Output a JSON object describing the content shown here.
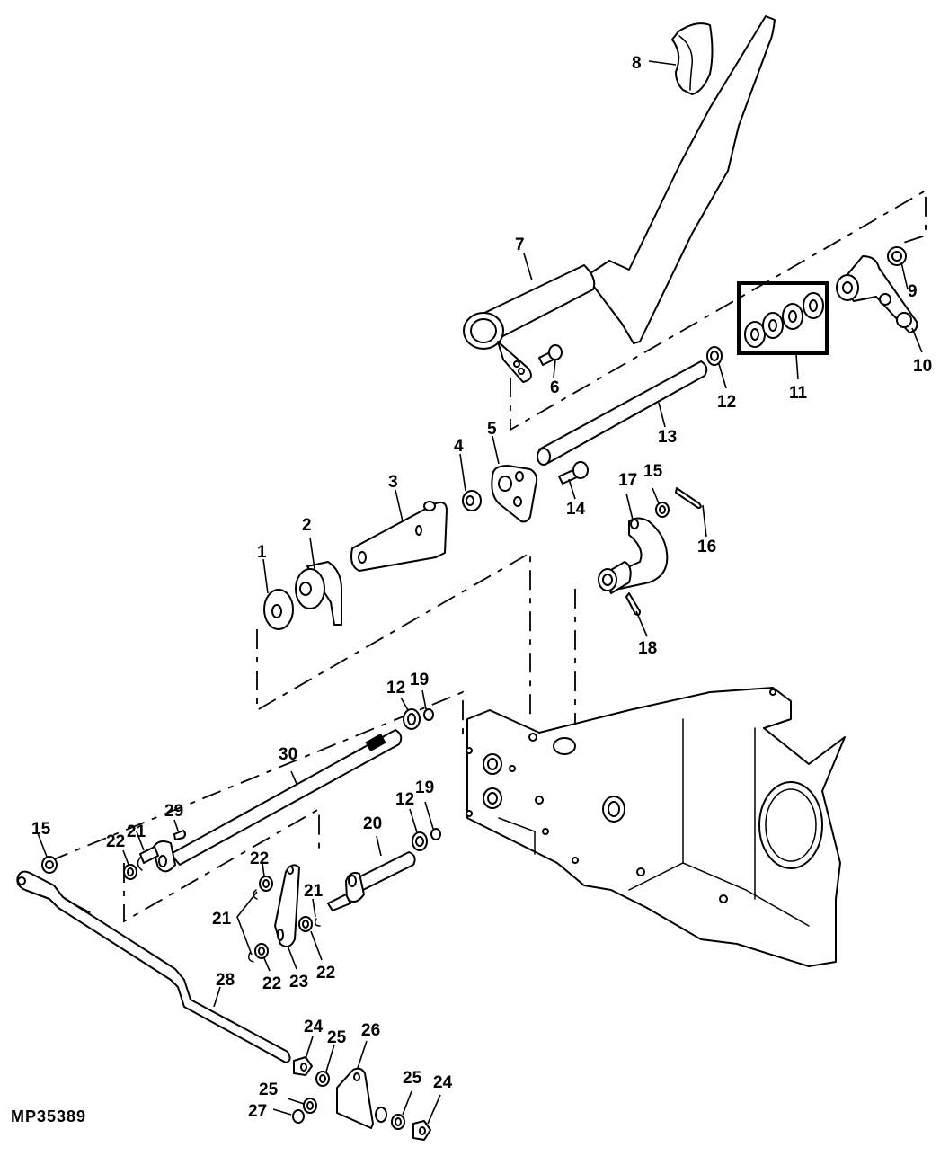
{
  "figure": {
    "id_label": "MP35389",
    "type": "exploded parts diagram",
    "subject": "pedal, control shafts and linkage assembly to transmission housing",
    "line_color": "#000000",
    "background_color": "#ffffff"
  },
  "callouts": [
    {
      "key": "c1",
      "label": "1"
    },
    {
      "key": "c2",
      "label": "2"
    },
    {
      "key": "c3",
      "label": "3"
    },
    {
      "key": "c4",
      "label": "4"
    },
    {
      "key": "c5",
      "label": "5"
    },
    {
      "key": "c6",
      "label": "6"
    },
    {
      "key": "c7",
      "label": "7"
    },
    {
      "key": "c8",
      "label": "8"
    },
    {
      "key": "c9",
      "label": "9"
    },
    {
      "key": "c10",
      "label": "10"
    },
    {
      "key": "c11",
      "label": "11"
    },
    {
      "key": "c12a",
      "label": "12"
    },
    {
      "key": "c12b",
      "label": "12"
    },
    {
      "key": "c12c",
      "label": "12"
    },
    {
      "key": "c13",
      "label": "13"
    },
    {
      "key": "c14",
      "label": "14"
    },
    {
      "key": "c15a",
      "label": "15"
    },
    {
      "key": "c15b",
      "label": "15"
    },
    {
      "key": "c16",
      "label": "16"
    },
    {
      "key": "c17",
      "label": "17"
    },
    {
      "key": "c18",
      "label": "18"
    },
    {
      "key": "c19a",
      "label": "19"
    },
    {
      "key": "c19b",
      "label": "19"
    },
    {
      "key": "c20",
      "label": "20"
    },
    {
      "key": "c21a",
      "label": "21"
    },
    {
      "key": "c21b",
      "label": "21"
    },
    {
      "key": "c21c",
      "label": "21"
    },
    {
      "key": "c22a",
      "label": "22"
    },
    {
      "key": "c22b",
      "label": "22"
    },
    {
      "key": "c22c",
      "label": "22"
    },
    {
      "key": "c22d",
      "label": "22"
    },
    {
      "key": "c23",
      "label": "23"
    },
    {
      "key": "c24a",
      "label": "24"
    },
    {
      "key": "c24b",
      "label": "24"
    },
    {
      "key": "c25a",
      "label": "25"
    },
    {
      "key": "c25b",
      "label": "25"
    },
    {
      "key": "c25c",
      "label": "25"
    },
    {
      "key": "c26",
      "label": "26"
    },
    {
      "key": "c27",
      "label": "27"
    },
    {
      "key": "c28",
      "label": "28"
    },
    {
      "key": "c29",
      "label": "29"
    },
    {
      "key": "c30",
      "label": "30"
    }
  ],
  "labels": {
    "c1": "1",
    "c2": "2",
    "c3": "3",
    "c4": "4",
    "c5": "5",
    "c6": "6",
    "c7": "7",
    "c8": "8",
    "c9": "9",
    "c10": "10",
    "c11": "11",
    "c12a": "12",
    "c12b": "12",
    "c12c": "12",
    "c13": "13",
    "c14": "14",
    "c15a": "15",
    "c15b": "15",
    "c16": "16",
    "c17": "17",
    "c18": "18",
    "c19a": "19",
    "c19b": "19",
    "c20": "20",
    "c21a": "21",
    "c21b": "21",
    "c21c": "21",
    "c22a": "22",
    "c22b": "22",
    "c22c": "22",
    "c22d": "22",
    "c23": "23",
    "c24a": "24",
    "c24b": "24",
    "c25a": "25",
    "c25b": "25",
    "c25c": "25",
    "c26": "26",
    "c27": "27",
    "c28": "28",
    "c29": "29",
    "c30": "30"
  },
  "parts": [
    {
      "name": "washer-1"
    },
    {
      "name": "pulley-hub-2"
    },
    {
      "name": "arm-3"
    },
    {
      "name": "spacer-4"
    },
    {
      "name": "bracket-5"
    },
    {
      "name": "bolt-6"
    },
    {
      "name": "pedal-tube-7"
    },
    {
      "name": "pedal-pad-8"
    },
    {
      "name": "nut-9"
    },
    {
      "name": "arm-10"
    },
    {
      "name": "washer-kit-11"
    },
    {
      "name": "washer-12"
    },
    {
      "name": "shaft-13"
    },
    {
      "name": "bolt-14"
    },
    {
      "name": "washer-15"
    },
    {
      "name": "cotter-pin-16"
    },
    {
      "name": "arm-17"
    },
    {
      "name": "roll-pin-18"
    },
    {
      "name": "ring-19"
    },
    {
      "name": "shaft-20"
    },
    {
      "name": "clip-21"
    },
    {
      "name": "washer-22"
    },
    {
      "name": "link-23"
    },
    {
      "name": "nut-24"
    },
    {
      "name": "washer-25"
    },
    {
      "name": "bracket-26"
    },
    {
      "name": "nut-27"
    },
    {
      "name": "rod-28"
    },
    {
      "name": "key-29"
    },
    {
      "name": "shaft-30"
    }
  ]
}
